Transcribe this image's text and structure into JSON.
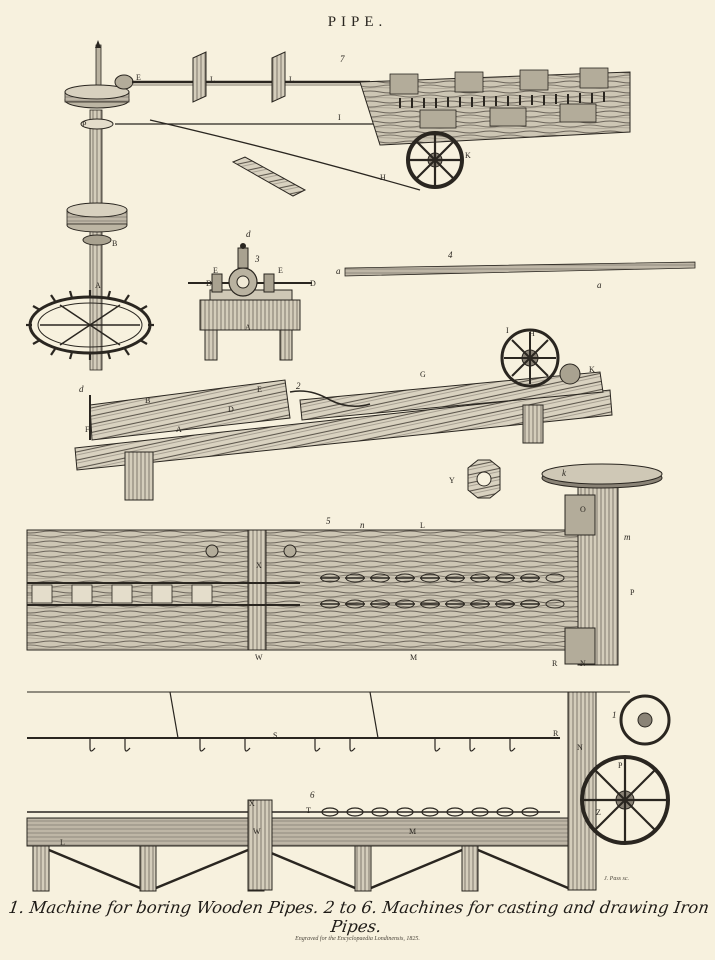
{
  "plate": {
    "title": "PIPE.",
    "caption": "1. Machine for boring Wooden Pipes. 2 to 6. Machines for casting and drawing Iron Pipes.",
    "imprint": "Engraved for the Encyclopaedia Londinensis, 1825.",
    "engraver": "J. Pass sc."
  },
  "figures": {
    "fig1": "1",
    "fig2": "2",
    "fig3": "3",
    "fig4": "4",
    "fig5": "5",
    "fig6": "6",
    "fig7": "7"
  },
  "letters": {
    "E": "E",
    "L": "L",
    "I": "I",
    "K": "K",
    "H": "H",
    "P": "P",
    "B": "B",
    "A": "A",
    "D": "D",
    "d": "d",
    "a": "a",
    "F": "F",
    "G": "G",
    "Y": "Y",
    "k": "k",
    "O": "O",
    "n": "n",
    "m": "m",
    "X": "X",
    "W": "W",
    "M": "M",
    "R": "R",
    "N": "N",
    "S": "S",
    "T": "T",
    "Z": "Z"
  },
  "colors": {
    "paper": "#f7f1de",
    "ink": "#2a2620",
    "hatch": "#6b645a",
    "shade": "#9b9385"
  }
}
